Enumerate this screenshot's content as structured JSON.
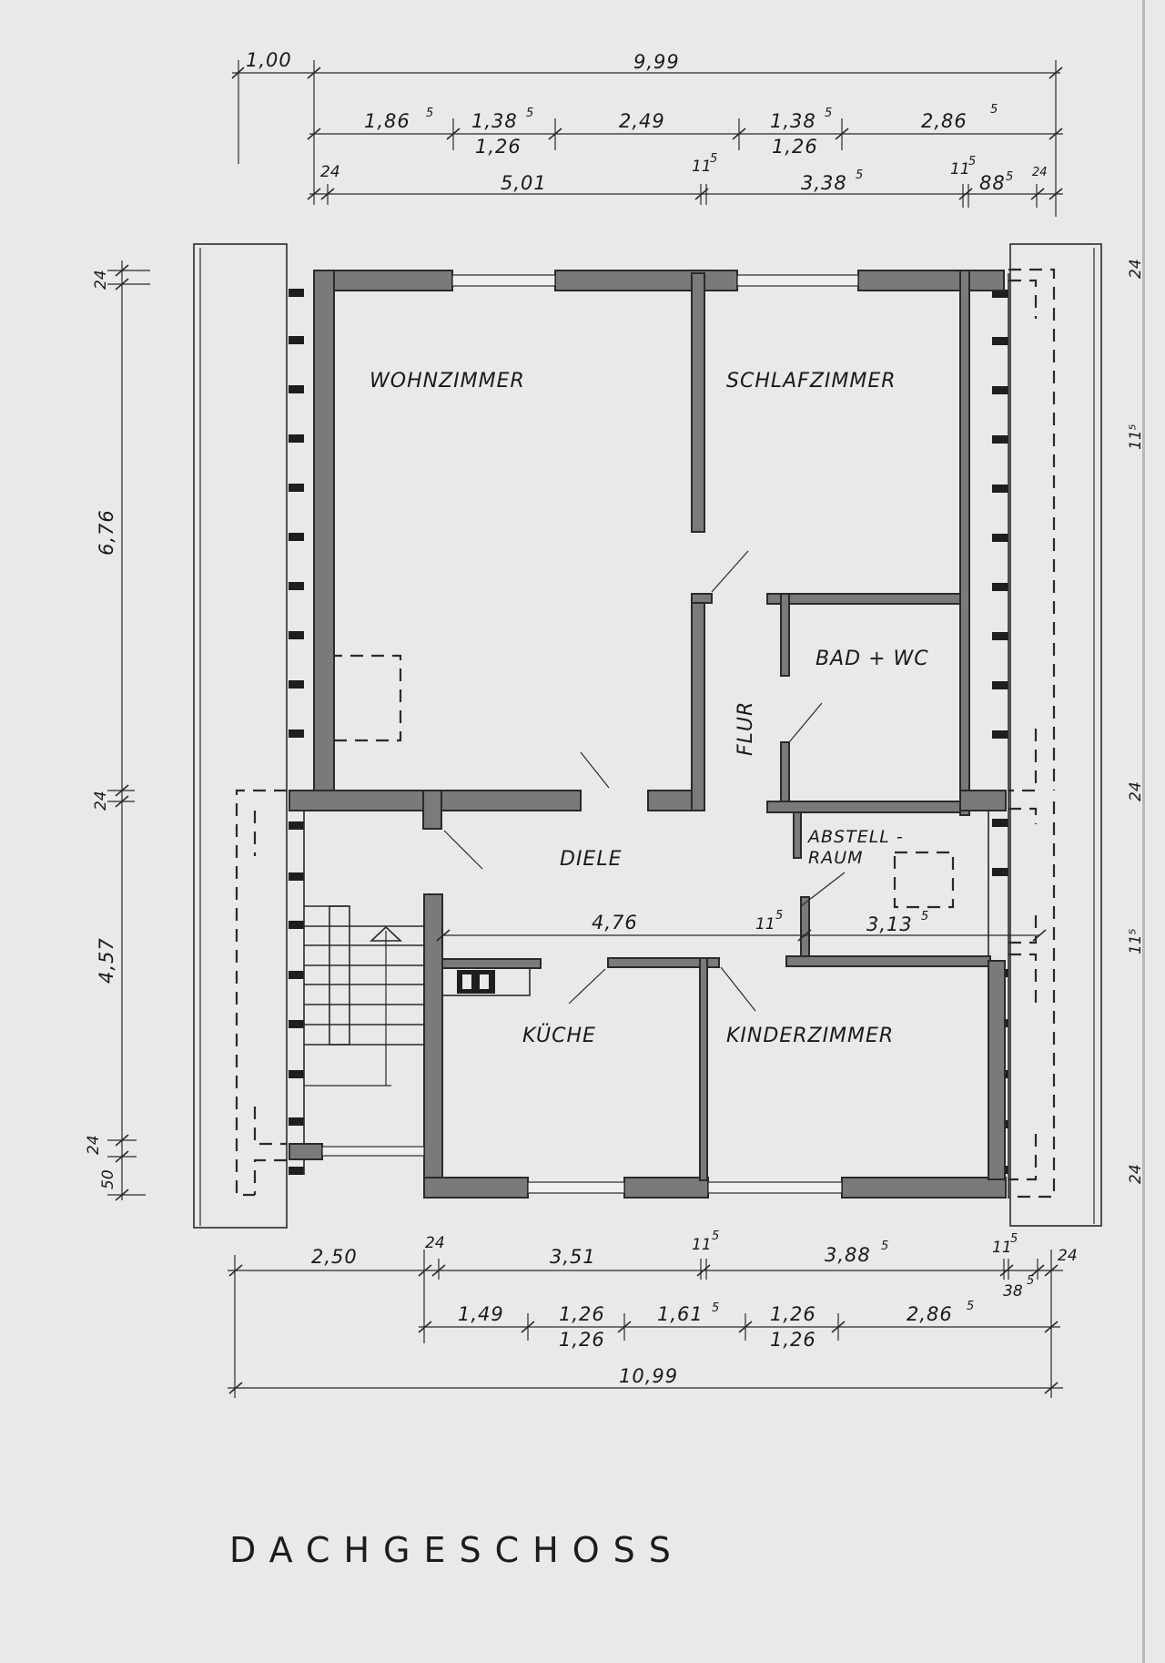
{
  "title": "DACHGESCHOSS",
  "rooms": {
    "wohnzimmer": "WOHNZIMMER",
    "schlafzimmer": "SCHLAFZIMMER",
    "flur": "FLUR",
    "bad_wc": "BAD + WC",
    "diele": "DIELE",
    "abstellraum_1": "ABSTELL -",
    "abstellraum_2": "RAUM",
    "kueche": "KÜCHE",
    "kinderzimmer": "KINDERZIMMER"
  },
  "dimensions": {
    "top": {
      "row1": [
        "1,00",
        "9,99"
      ],
      "row2": [
        {
          "label": "1,86",
          "sup": "5"
        },
        {
          "label": "1,38",
          "sup": "5",
          "sub": "1,26"
        },
        {
          "label": "2,49"
        },
        {
          "label": "1,38",
          "sup": "5",
          "sub": "1,26"
        },
        {
          "label": "2,86",
          "sup": "5"
        }
      ],
      "row3": [
        {
          "label": "24"
        },
        {
          "label": "5,01"
        },
        {
          "label": "11",
          "sup": "5"
        },
        {
          "label": "3,38",
          "sup": "5"
        },
        {
          "label": "11",
          "sup": "5"
        },
        {
          "label": "88",
          "sup": "5"
        },
        {
          "label": "24"
        }
      ]
    },
    "left": [
      "24",
      "6,76",
      "24",
      "4,57",
      "24",
      "50"
    ],
    "right": [
      "24",
      "11⁵",
      "24",
      "11⁵",
      "24"
    ],
    "interior": [
      {
        "label": "4,76"
      },
      {
        "label": "11",
        "sup": "5"
      },
      {
        "label": "3,13",
        "sup": "5"
      }
    ],
    "bottom": {
      "row1": [
        {
          "label": "2,50"
        },
        {
          "label": "24"
        },
        {
          "label": "3,51"
        },
        {
          "label": "11",
          "sup": "5"
        },
        {
          "label": "3,88",
          "sup": "5"
        },
        {
          "label": "11",
          "sup": "5"
        },
        {
          "label": "24"
        },
        {
          "label": "38",
          "sup": "5"
        }
      ],
      "row2": [
        {
          "label": "1,49"
        },
        {
          "label": "1,26",
          "sub": "1,26"
        },
        {
          "label": "1,61",
          "sup": "5"
        },
        {
          "label": "1,26",
          "sub": "1,26"
        },
        {
          "label": "2,86",
          "sup": "5"
        }
      ],
      "row3": [
        "10,99"
      ]
    }
  },
  "colors": {
    "background": "#e9e9e9",
    "wall_fill": "#7a7a7a",
    "wall_stroke": "#2a2a2a",
    "line": "#2a2a2a"
  }
}
